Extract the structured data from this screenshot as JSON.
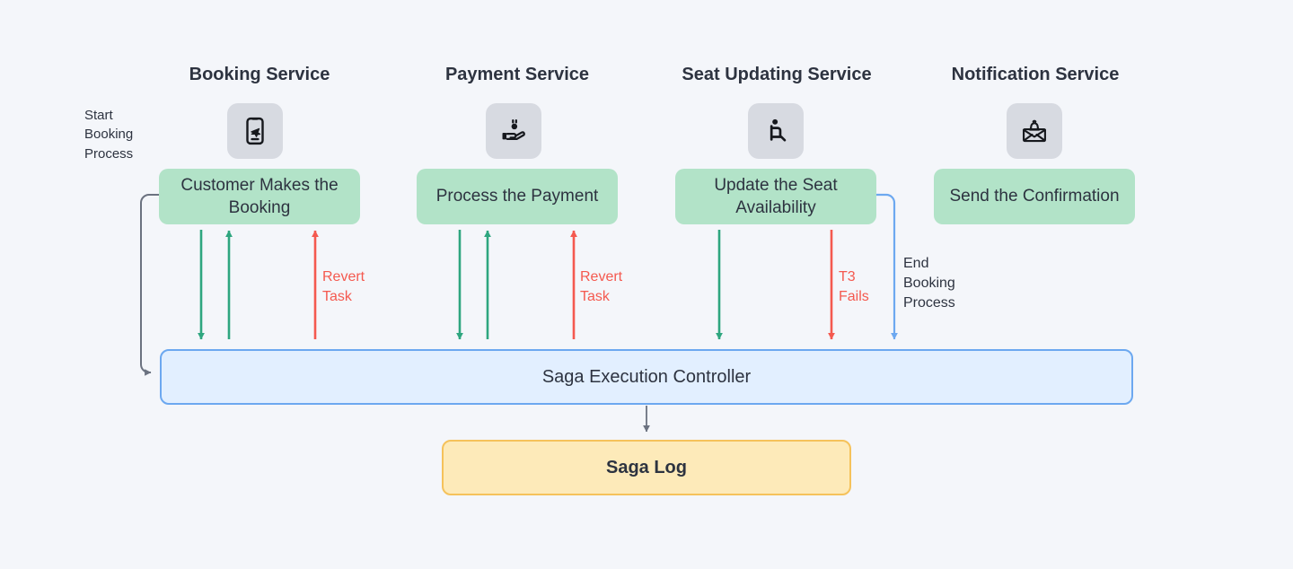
{
  "colors": {
    "background": "#f4f6fa",
    "task_fill": "#b2e3c8",
    "icon_tile": "#d7dae1",
    "controller_fill": "#e2efff",
    "controller_border": "#6ca8f0",
    "log_fill": "#fdeab9",
    "log_border": "#f5c25b",
    "green_arrow": "#2ea67f",
    "red_arrow": "#f4594f",
    "blue_arrow": "#6ca8f0",
    "gray_arrow": "#6b7280",
    "text": "#2d3340"
  },
  "columns": [
    {
      "title": "Booking Service",
      "icon": "phone-ticket-icon",
      "task": "Customer Makes\nthe Booking"
    },
    {
      "title": "Payment Service",
      "icon": "hand-coin-icon",
      "task": "Process the\nPayment"
    },
    {
      "title": "Seat Updating Service",
      "icon": "seated-person-icon",
      "task": "Update the Seat\nAvailability"
    },
    {
      "title": "Notification Service",
      "icon": "envelope-bell-icon",
      "task": "Send the\nConfirmation"
    }
  ],
  "labels": {
    "start": "Start\nBooking\nProcess",
    "revert_booking": "Revert\nTask",
    "revert_payment": "Revert\nTask",
    "t3_fails": "T3\nFails",
    "end": "End\nBooking\nProcess"
  },
  "controller": {
    "title": "Saga Execution Controller"
  },
  "log": {
    "title": "Saga Log"
  }
}
